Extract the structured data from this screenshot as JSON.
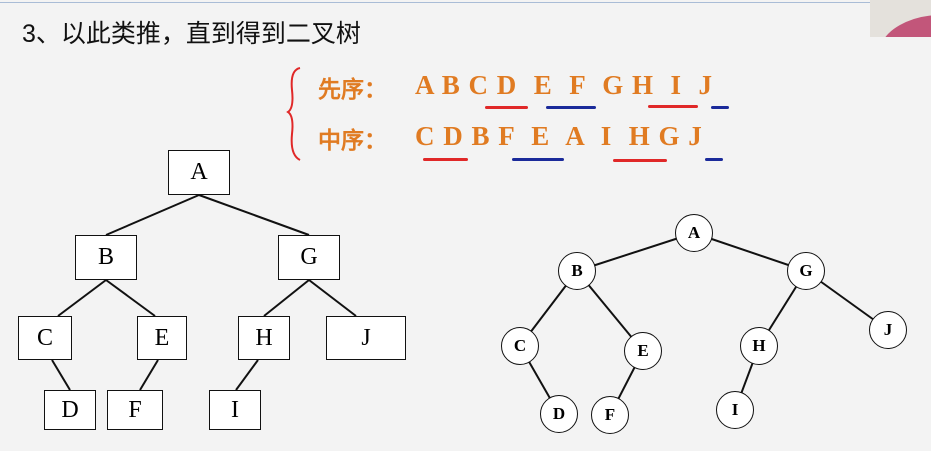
{
  "title": "3、以此类推，直到得到二叉树",
  "preorder": {
    "label": "先序：",
    "sequence": "A B C D  E  F  G H  I  J"
  },
  "inorder": {
    "label": "中序：",
    "sequence": "C D B F  E  A  I  H G J"
  },
  "box_tree": {
    "nodes": [
      "A",
      "B",
      "G",
      "C",
      "E",
      "H",
      "J",
      "D",
      "F",
      "I"
    ]
  },
  "circle_tree": {
    "nodes": [
      "A",
      "B",
      "G",
      "C",
      "E",
      "H",
      "J",
      "D",
      "F",
      "I"
    ]
  }
}
